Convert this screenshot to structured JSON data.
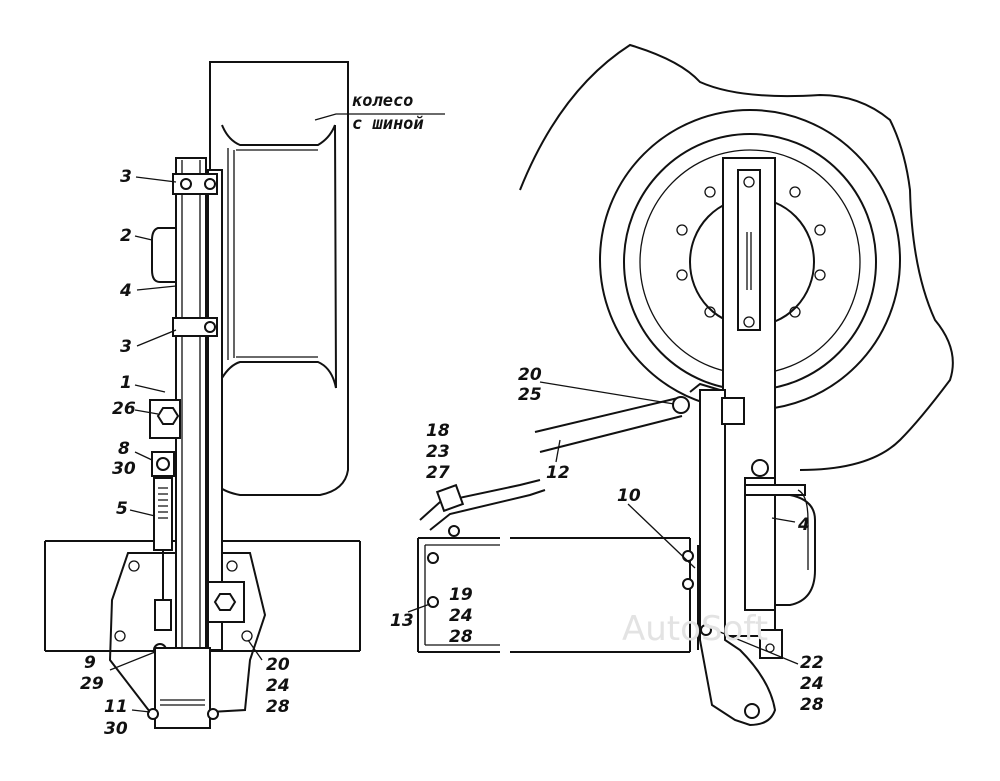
{
  "wheel_label": {
    "line1": "колесо",
    "line2": "с шиной"
  },
  "callouts_left": {
    "c3a": "3",
    "c2": "2",
    "c4": "4",
    "c3b": "3",
    "c1": "1",
    "c26": "26",
    "c8": "8",
    "c30a": "30",
    "c5": "5",
    "c9": "9",
    "c29": "29",
    "c11": "11",
    "c30b": "30",
    "c20": "20",
    "c24": "24",
    "c28": "28"
  },
  "callouts_right": {
    "c20": "20",
    "c25": "25",
    "c12": "12",
    "c18": "18",
    "c23": "23",
    "c27": "27",
    "c10": "10",
    "c4": "4",
    "c19": "19",
    "c24a": "24",
    "c28a": "28",
    "c13": "13",
    "c22": "22",
    "c24b": "24",
    "c28b": "28"
  },
  "watermark": "AutoSoft"
}
